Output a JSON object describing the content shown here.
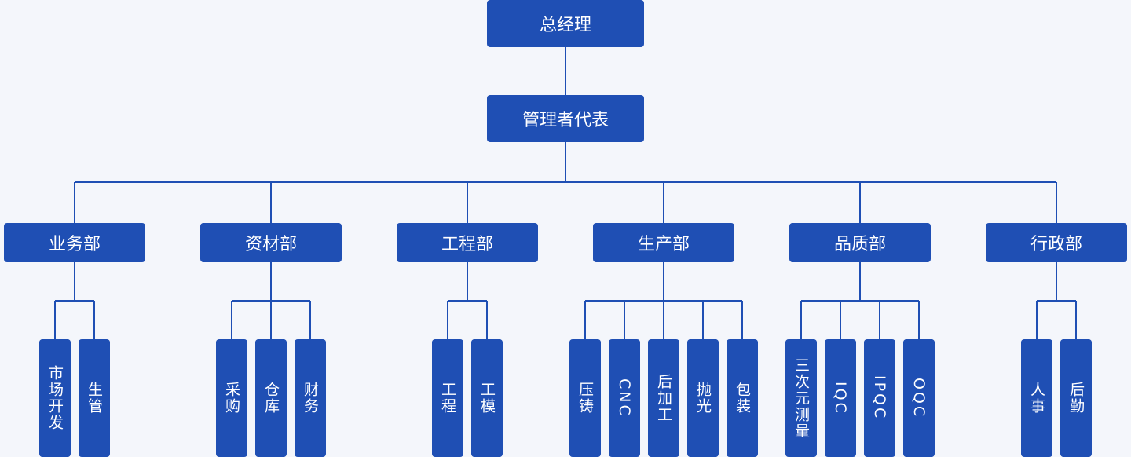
{
  "colors": {
    "box": "#1f4fb4",
    "line": "#1f4fb4",
    "background": "#f4f6fb",
    "text": "#ffffff"
  },
  "org": {
    "root": "总经理",
    "rep": "管理者代表",
    "departments": [
      {
        "name": "业务部",
        "units": [
          "市场开发",
          "生管"
        ]
      },
      {
        "name": "资材部",
        "units": [
          "采购",
          "仓库",
          "财务"
        ]
      },
      {
        "name": "工程部",
        "units": [
          "工程",
          "工模"
        ]
      },
      {
        "name": "生产部",
        "units": [
          "压铸",
          "CNC",
          "后加工",
          "抛光",
          "包装"
        ]
      },
      {
        "name": "品质部",
        "units": [
          "三次元测量",
          "IQC",
          "IPQC",
          "OQC"
        ]
      },
      {
        "name": "行政部",
        "units": [
          "人事",
          "后勤"
        ]
      }
    ]
  }
}
